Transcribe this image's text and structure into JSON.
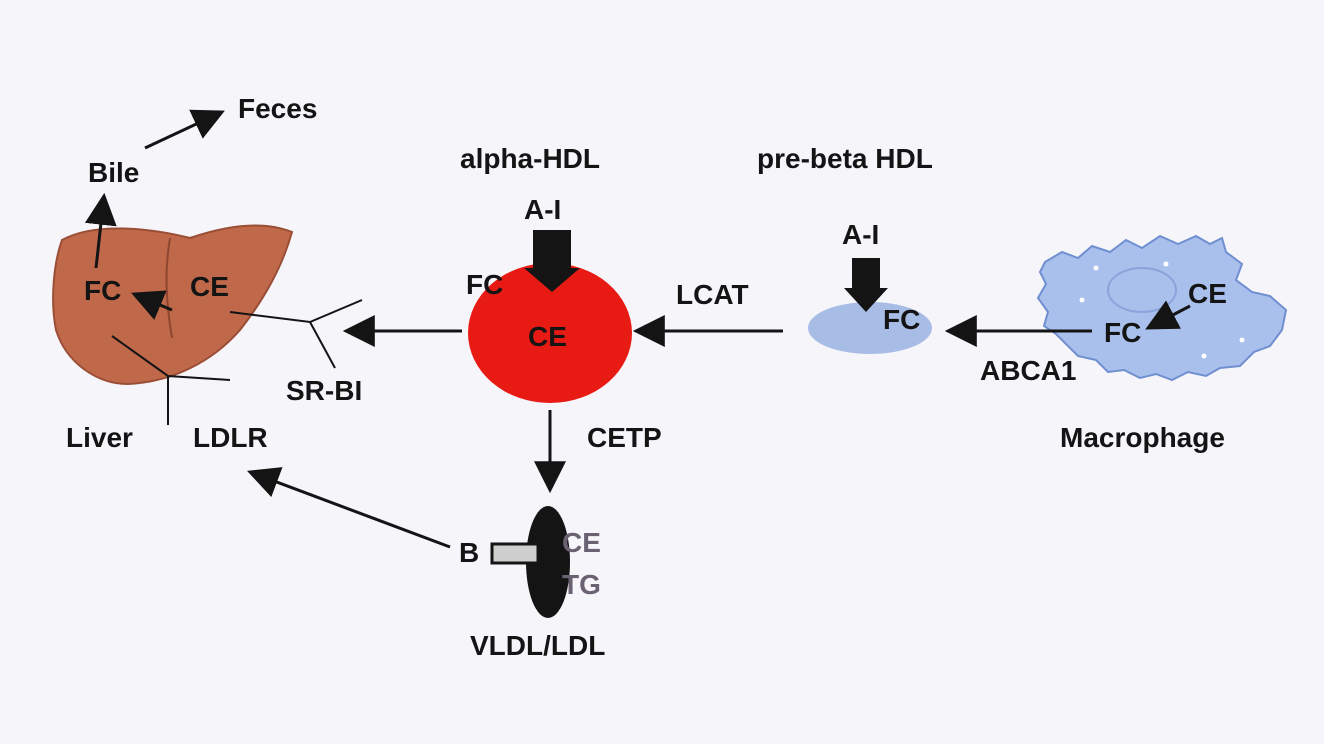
{
  "labels": {
    "feces": "Feces",
    "bile": "Bile",
    "alpha_hdl": "alpha-HDL",
    "pre_beta_hdl": "pre-beta HDL",
    "alpha_ai": "A-I",
    "prebeta_ai": "A-I",
    "liver_fc": "FC",
    "liver_ce": "CE",
    "hdl_fc": "FC",
    "hdl_ce": "CE",
    "lcat": "LCAT",
    "prebeta_fc": "FC",
    "mac_ce": "CE",
    "mac_fc": "FC",
    "abca1": "ABCA1",
    "sr_bi": "SR-BI",
    "liver": "Liver",
    "ldlr": "LDLR",
    "cetp": "CETP",
    "macrophage": "Macrophage",
    "b": "B",
    "vldl_ce": "CE",
    "vldl_tg": "TG",
    "vldl_ldl": "VLDL/LDL"
  },
  "colors": {
    "liver": "#c0684a",
    "liver_edge": "#9a4e36",
    "alpha_hdl": "#e81a14",
    "pre_beta_hdl": "#a8bde6",
    "macrophage": "#a9bfec",
    "macrophage_edge": "#6f8fd0",
    "vldl": "#141414",
    "apob": "#cfcfcf",
    "arrow": "#141414"
  }
}
